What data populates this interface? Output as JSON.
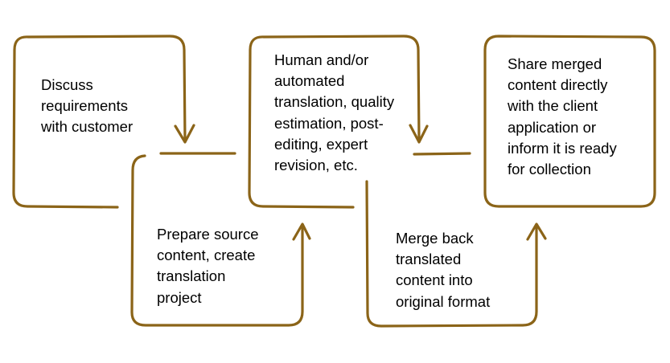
{
  "colors": {
    "stroke": "#8B6418",
    "text": "#000000",
    "background": "#ffffff"
  },
  "steps": [
    {
      "id": "discuss",
      "text": "Discuss\nrequirements\nwith customer"
    },
    {
      "id": "prepare",
      "text": "Prepare source\ncontent, create\ntranslation\nproject"
    },
    {
      "id": "translate",
      "text": "Human and/or\nautomated\ntranslation, quality\nestimation, post-\nediting, expert\nrevision, etc."
    },
    {
      "id": "merge",
      "text": "Merge back\ntranslated\ncontent into\noriginal format\n..."
    },
    {
      "id": "share",
      "text": "Share merged\ncontent directly\nwith the client\napplication or\ninform it is ready\nfor collection"
    }
  ]
}
